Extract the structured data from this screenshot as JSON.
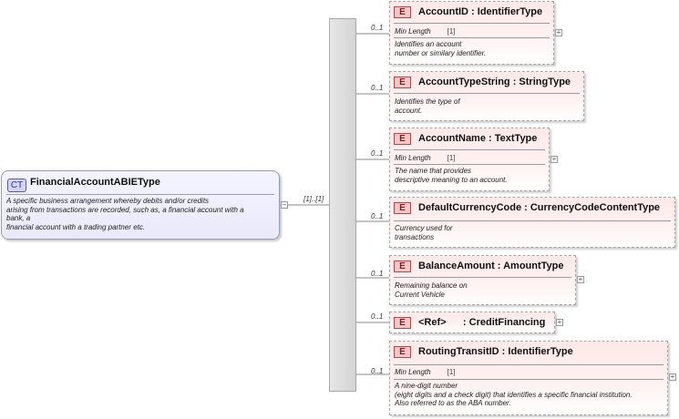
{
  "complex_type": {
    "badge": "CT",
    "name": "FinancialAccountABIEType",
    "doc_lines": [
      "A specific business arrangement whereby debits and/or credits",
      "arising from transactions are recorded, such as, a financial account with a",
      "bank, a",
      "financial account with a trading partner etc."
    ],
    "collapse_symbol": "−"
  },
  "sequence": {
    "cardinality": "[1]..[1]"
  },
  "elements": [
    {
      "badge": "E",
      "title": "AccountID : IdentifierType",
      "cardinality": "0..1",
      "facet_label": "Min Length",
      "facet_value": "[1]",
      "doc_lines": [
        "Identifies an account",
        "number or similary identifier."
      ],
      "expandable": true
    },
    {
      "badge": "E",
      "title": "AccountTypeString : StringType",
      "cardinality": "0..1",
      "doc_lines": [
        "Identifies the type of",
        "account."
      ],
      "expandable": false
    },
    {
      "badge": "E",
      "title": "AccountName : TextType",
      "cardinality": "0..1",
      "facet_label": "Min Length",
      "facet_value": "[1]",
      "doc_lines": [
        "The name that provides",
        "descriptive meaning to an account."
      ],
      "expandable": true
    },
    {
      "badge": "E",
      "title": "DefaultCurrencyCode : CurrencyCodeContentType",
      "cardinality": "0..1",
      "doc_lines": [
        "Currency used for",
        "transactions"
      ],
      "expandable": false
    },
    {
      "badge": "E",
      "title": "BalanceAmount : AmountType",
      "cardinality": "0..1",
      "doc_lines": [
        "Remaining balance on",
        "Current Vehicle"
      ],
      "expandable": true
    },
    {
      "badge": "E",
      "title": "<Ref>      : CreditFinancing",
      "cardinality": "0..1",
      "doc_lines": [],
      "expandable": true
    },
    {
      "badge": "E",
      "title": "RoutingTransitID : IdentifierType",
      "cardinality": "0..1",
      "facet_label": "Min Length",
      "facet_value": "[1]",
      "doc_lines": [
        "A nine-digit number",
        "(eight digits and a check digit) that identifies a specific financial institution.",
        "Also referred to as the ABA number."
      ],
      "expandable": true
    }
  ],
  "expand_symbol": "+",
  "colors": {
    "element_fill": "#ffe8e8",
    "element_badge": "#f4c8c8",
    "complex_fill": "#eeeefb",
    "complex_badge": "#d4d4f4",
    "connector": "#808080"
  }
}
